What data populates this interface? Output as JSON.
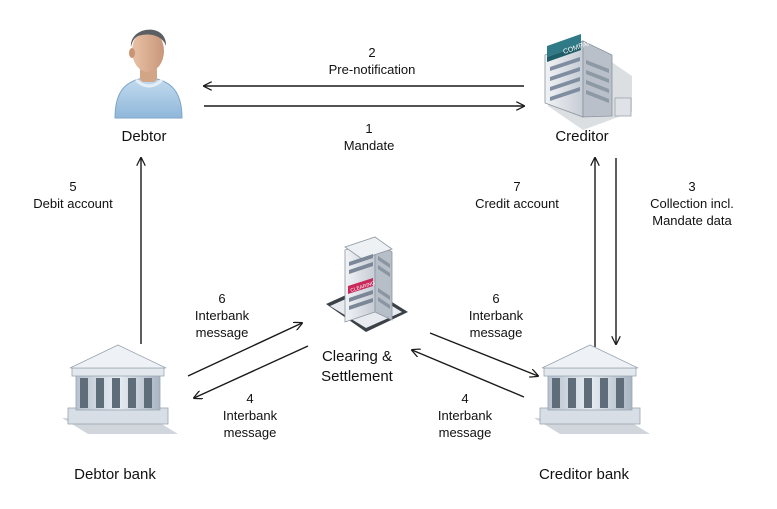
{
  "actors": {
    "debtor": "Debtor",
    "creditor": "Creditor",
    "debtor_bank": "Debtor bank",
    "creditor_bank": "Creditor bank",
    "clearing_line1": "Clearing &",
    "clearing_line2": "Settlement"
  },
  "building_signs": {
    "company": "COMPANY",
    "clearing": "CLEARING"
  },
  "flows": {
    "mandate": {
      "step": "1",
      "text": "Mandate"
    },
    "pre_notification": {
      "step": "2",
      "text": "Pre-notification"
    },
    "collection": {
      "step": "3",
      "text1": "Collection incl.",
      "text2": "Mandate data"
    },
    "interbank_4_left": {
      "step": "4",
      "text1": "Interbank",
      "text2": "message"
    },
    "interbank_4_right": {
      "step": "4",
      "text1": "Interbank",
      "text2": "message"
    },
    "debit_account": {
      "step": "5",
      "text": "Debit account"
    },
    "interbank_6_left": {
      "step": "6",
      "text1": "Interbank",
      "text2": "message"
    },
    "interbank_6_right": {
      "step": "6",
      "text1": "Interbank",
      "text2": "message"
    },
    "credit_account": {
      "step": "7",
      "text": "Credit account"
    }
  },
  "colors": {
    "arrow": "#1a1a1a",
    "person_shirt": "#a9cbe6",
    "building": "#d9dde3",
    "bank": "#c9d2dc",
    "sign": "#c8285a"
  }
}
